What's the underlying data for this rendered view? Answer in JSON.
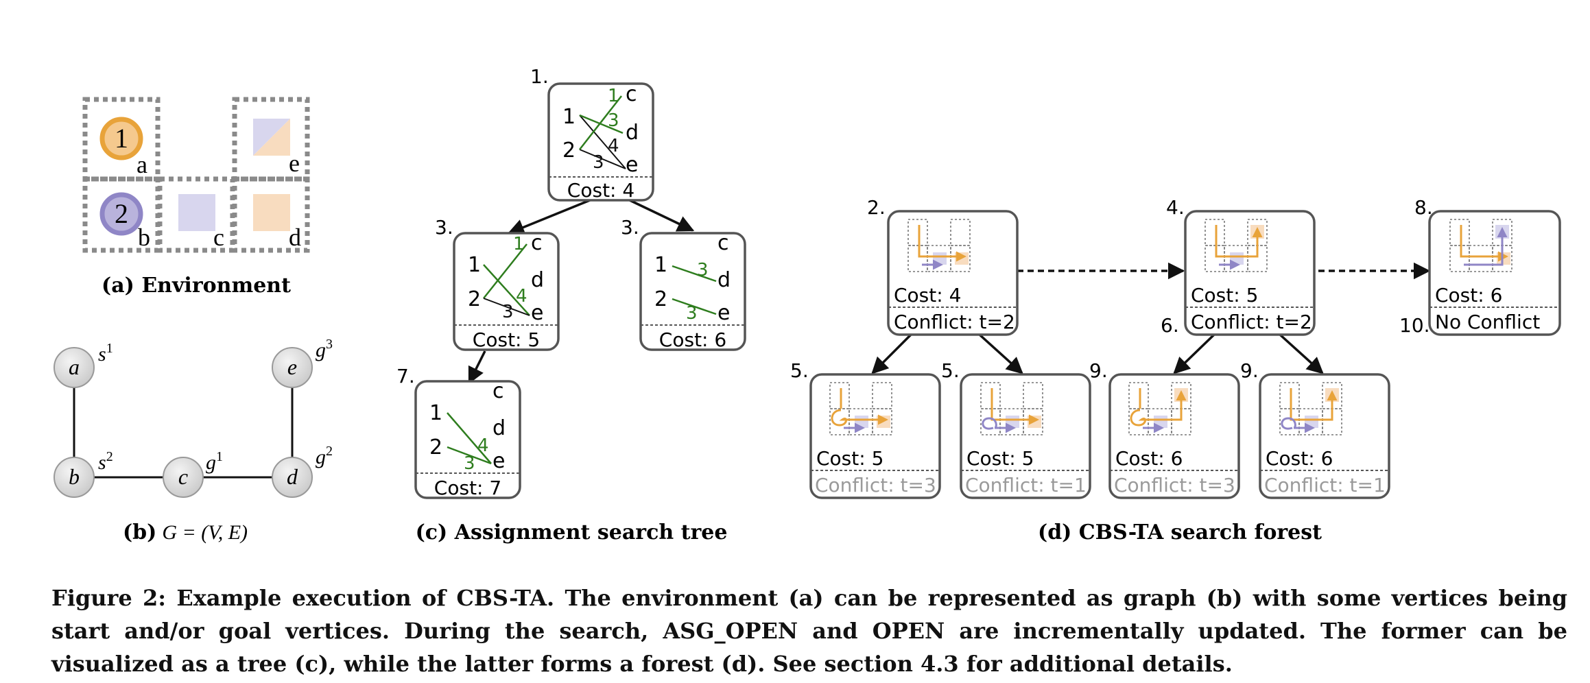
{
  "colors": {
    "orange": "#e8a33a",
    "orange_light": "#f8dcbf",
    "purple": "#8f86c6",
    "purple_light": "#d8d6ee",
    "green": "#2e7d1e",
    "grey_text": "#9a9a9a",
    "node_fill": "#dedede"
  },
  "panel_a": {
    "caption": "(a) Environment",
    "agents": [
      "1",
      "2"
    ],
    "cell_labels": [
      "a",
      "b",
      "c",
      "d",
      "e"
    ]
  },
  "panel_b": {
    "caption_prefix": "(b)",
    "caption_math": "G = (V, E)",
    "vertices": [
      "a",
      "b",
      "c",
      "d",
      "e"
    ],
    "vertex_tags": {
      "a": "s",
      "a_sup": "1",
      "b": "s",
      "b_sup": "2",
      "c": "g",
      "c_sup": "1",
      "d": "g",
      "d_sup": "2",
      "e": "g",
      "e_sup": "3"
    }
  },
  "panel_c": {
    "caption": "(c) Assignment search tree",
    "nodes": [
      {
        "id": "1.",
        "cost": "Cost: 4",
        "agents": [
          "1",
          "2"
        ],
        "goals": [
          "c",
          "d",
          "e"
        ],
        "weights": {
          "w1": "1",
          "w2": "3",
          "w3": "4",
          "w4": "3"
        }
      },
      {
        "id": "3.",
        "cost": "Cost: 5",
        "agents": [
          "1",
          "2"
        ],
        "goals": [
          "c",
          "d",
          "e"
        ],
        "weights": {
          "w1": "1",
          "w2": "4",
          "w3": "3"
        }
      },
      {
        "id": "3.",
        "cost": "Cost: 6",
        "agents": [
          "1",
          "2"
        ],
        "goals": [
          "c",
          "d",
          "e"
        ],
        "weights": {
          "w1": "3",
          "w2": "3"
        }
      },
      {
        "id": "7.",
        "cost": "Cost: 7",
        "agents": [
          "1",
          "2"
        ],
        "goals": [
          "c",
          "d",
          "e"
        ],
        "weights": {
          "w1": "4",
          "w2": "3"
        }
      }
    ]
  },
  "panel_d": {
    "caption": "(d) CBS-TA search forest",
    "roots": [
      {
        "id": "2.",
        "cost": "Cost: 4",
        "status": "Conflict: t=2"
      },
      {
        "id": "4.",
        "cost": "Cost: 5",
        "status": "Conflict: t=2",
        "status_id": "6."
      },
      {
        "id": "8.",
        "cost": "Cost: 6",
        "status": "No Conflict",
        "status_id": "10."
      }
    ],
    "children": [
      {
        "id": "5.",
        "cost": "Cost: 5",
        "status": "Conflict: t=3"
      },
      {
        "id": "5.",
        "cost": "Cost: 5",
        "status": "Conflict: t=1"
      },
      {
        "id": "9.",
        "cost": "Cost: 6",
        "status": "Conflict: t=3"
      },
      {
        "id": "9.",
        "cost": "Cost: 6",
        "status": "Conflict: t=1"
      }
    ]
  },
  "caption": "Figure 2: Example execution of CBS-TA. The environment (a) can be represented as graph (b) with some vertices being start and/or goal vertices. During the search, ASG_OPEN and OPEN are incrementally updated. The former can be visualized as a tree (c), while the latter forms a forest (d). See section 4.3 for additional details."
}
